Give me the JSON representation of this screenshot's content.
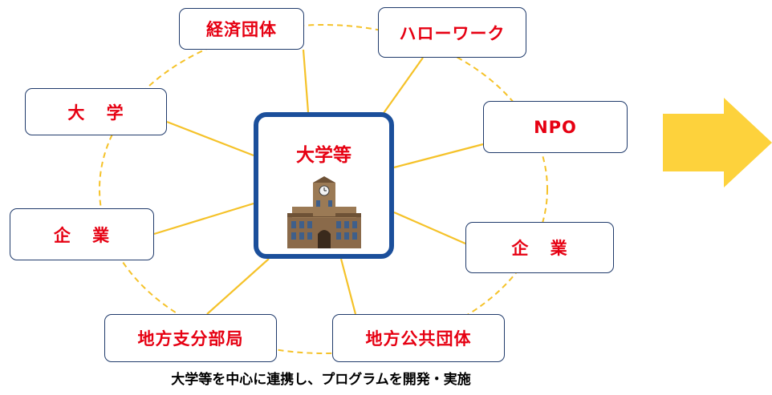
{
  "center": {
    "label": "大学等",
    "icon": "university-building-icon"
  },
  "nodes": [
    {
      "id": "keizai",
      "label": "経済団体"
    },
    {
      "id": "hellowork",
      "label": "ハローワーク"
    },
    {
      "id": "daigaku",
      "label": "大 学"
    },
    {
      "id": "npo",
      "label": "NPO"
    },
    {
      "id": "kigyo-left",
      "label": "企 業"
    },
    {
      "id": "kigyo-right",
      "label": "企 業"
    },
    {
      "id": "chiho-shibu",
      "label": "地方支分部局"
    },
    {
      "id": "chiho-kokyo",
      "label": "地方公共団体"
    }
  ],
  "caption": "大学等を中心に連携し、プログラムを開発・実施",
  "arrow": {
    "icon": "right-arrow-icon",
    "color": "#fdd23c"
  },
  "colors": {
    "node_text": "#e60012",
    "center_border": "#1b4f9b",
    "line": "#f5c229"
  }
}
